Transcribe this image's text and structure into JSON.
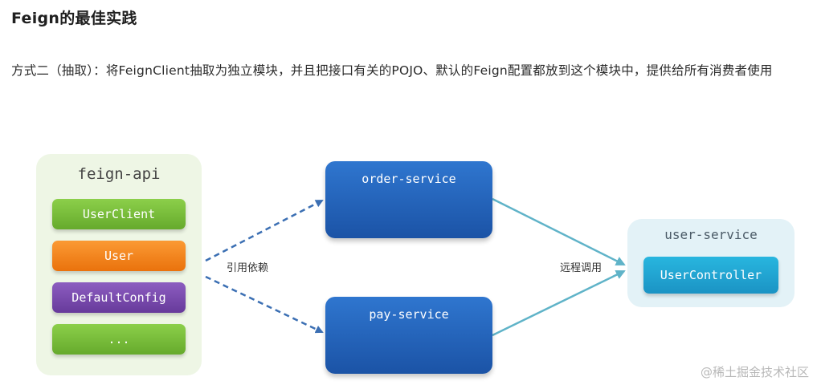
{
  "page": {
    "title": "Feign的最佳实践",
    "description": "方式二（抽取）：将FeignClient抽取为独立模块，并且把接口有关的POJO、默认的Feign配置都放到这个模块中，提供给所有消费者使用"
  },
  "diagram": {
    "api_module": {
      "title": "feign-api",
      "items": [
        "UserClient",
        "User",
        "DefaultConfig",
        "..."
      ]
    },
    "consumers": [
      "order-service",
      "pay-service"
    ],
    "provider": {
      "title": "user-service",
      "controller": "UserController"
    },
    "edge_labels": {
      "dependency": "引用依赖",
      "remote_call": "远程调用"
    },
    "colors": {
      "dependency_edge": "#3b6fb3",
      "remote_call_edge": "#5fb3c8",
      "api_panel": "#eef6e5",
      "provider_panel": "#e3f2f7"
    }
  },
  "watermark": "@稀土掘金技术社区"
}
